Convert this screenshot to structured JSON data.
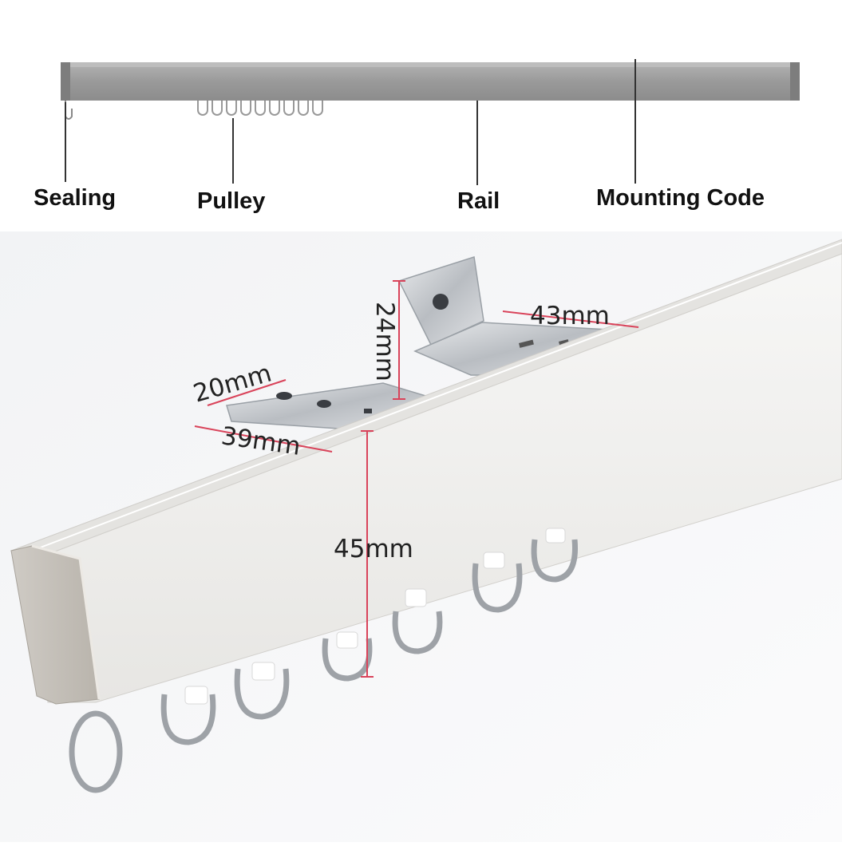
{
  "labels": {
    "sealing": "Sealing",
    "pulley": "Pulley",
    "rail": "Rail",
    "mounting_code": "Mounting Code"
  },
  "dimensions": {
    "width_20": "20mm",
    "length_39": "39mm",
    "height_24": "24mm",
    "length_43": "43mm",
    "rail_height_45": "45mm"
  },
  "colors": {
    "rail_top": "#9e9e9e",
    "rail_face": "#f3f2f0",
    "bracket": "#c9ccd0",
    "dimension_line": "#d9435a",
    "label_text": "#111111"
  }
}
